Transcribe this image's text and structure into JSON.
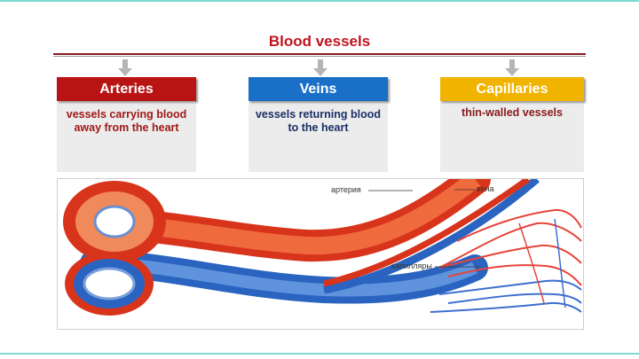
{
  "title": "Blood vessels",
  "cards": [
    {
      "header": "Arteries",
      "body": "vessels carrying blood away from the heart",
      "color": "#b81414",
      "text_color": "#a01818"
    },
    {
      "header": "Veins",
      "body": "vessels returning blood to the heart",
      "color": "#1a6fc7",
      "text_color": "#1a2f66"
    },
    {
      "header": "Capillaries",
      "body": "thin-walled vessels",
      "color": "#f0b400",
      "text_color": "#8a1a1a"
    }
  ],
  "illustration": {
    "label_artery": "артерия",
    "label_vein": "вена",
    "label_capillaries": "капилляры"
  }
}
